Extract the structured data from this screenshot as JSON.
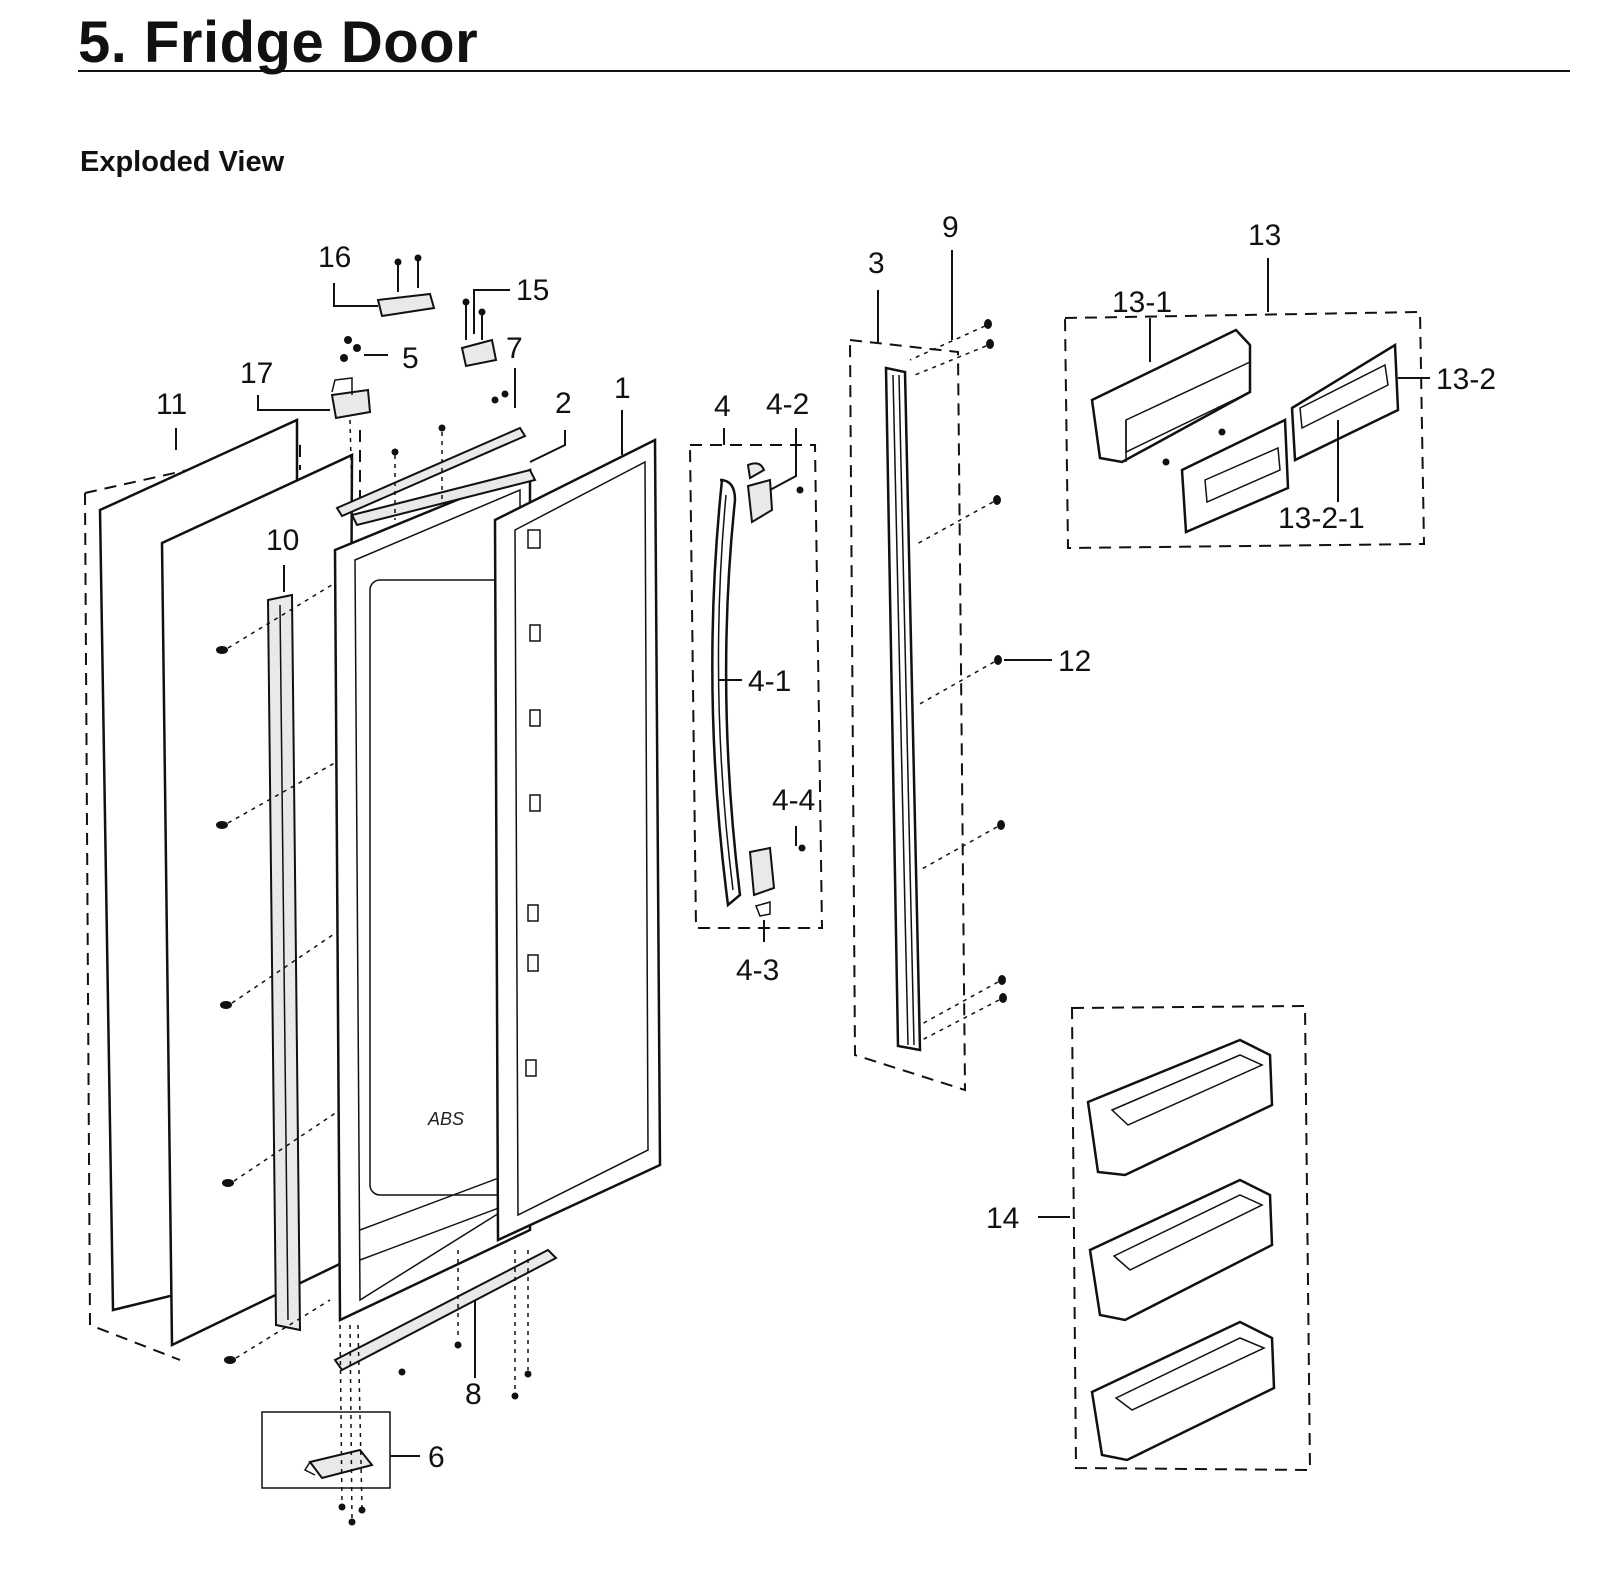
{
  "header": {
    "title": "5.  Fridge Door",
    "subtitle": "Exploded View"
  },
  "diagram": {
    "stamp_text": "ABS",
    "callouts": [
      {
        "id": "c1",
        "text": "1"
      },
      {
        "id": "c2",
        "text": "2"
      },
      {
        "id": "c3",
        "text": "3"
      },
      {
        "id": "c4",
        "text": "4"
      },
      {
        "id": "c4-1",
        "text": "4-1"
      },
      {
        "id": "c4-2",
        "text": "4-2"
      },
      {
        "id": "c4-3",
        "text": "4-3"
      },
      {
        "id": "c4-4",
        "text": "4-4"
      },
      {
        "id": "c5",
        "text": "5"
      },
      {
        "id": "c6",
        "text": "6"
      },
      {
        "id": "c7",
        "text": "7"
      },
      {
        "id": "c8",
        "text": "8"
      },
      {
        "id": "c9",
        "text": "9"
      },
      {
        "id": "c10",
        "text": "10"
      },
      {
        "id": "c11",
        "text": "11"
      },
      {
        "id": "c12",
        "text": "12"
      },
      {
        "id": "c13",
        "text": "13"
      },
      {
        "id": "c13-1",
        "text": "13-1"
      },
      {
        "id": "c13-2",
        "text": "13-2"
      },
      {
        "id": "c13-2-1",
        "text": "13-2-1"
      },
      {
        "id": "c14",
        "text": "14"
      },
      {
        "id": "c15",
        "text": "15"
      },
      {
        "id": "c16",
        "text": "16"
      },
      {
        "id": "c17",
        "text": "17"
      }
    ]
  }
}
